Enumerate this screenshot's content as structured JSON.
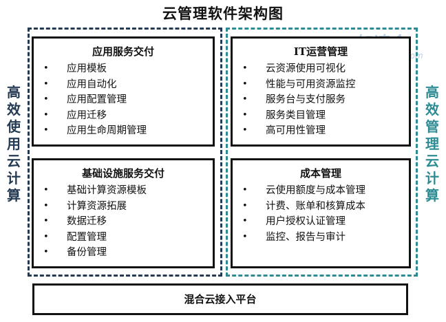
{
  "title": "云管理软件架构图",
  "watermark": {
    "logo": "加速会",
    "url": "http://jiasuhui.com"
  },
  "side_labels": {
    "left": "高效使用云计算",
    "right": "高效管理云计算"
  },
  "boxes": [
    {
      "title": "应用服务交付",
      "items": [
        "应用模板",
        "应用自动化",
        "应用配置管理",
        "应用迁移",
        "应用生命周期管理"
      ]
    },
    {
      "title": "IT运营管理",
      "items": [
        "云资源使用可视化",
        "性能与可用资源监控",
        "服务台与支付服务",
        "服务类目管理",
        "高可用性管理"
      ]
    },
    {
      "title": "基础设施服务交付",
      "items": [
        "基础计算资源模板",
        "计算资源拓展",
        "数据迁移",
        "配置管理",
        "备份管理"
      ]
    },
    {
      "title": "成本管理",
      "items": [
        "云使用额度与成本管理",
        "计费、账单和核算成本",
        "用户授权认证管理",
        "监控、报告与审计"
      ]
    }
  ],
  "bottom_bar": "混合云接入平台",
  "bullet": "•"
}
